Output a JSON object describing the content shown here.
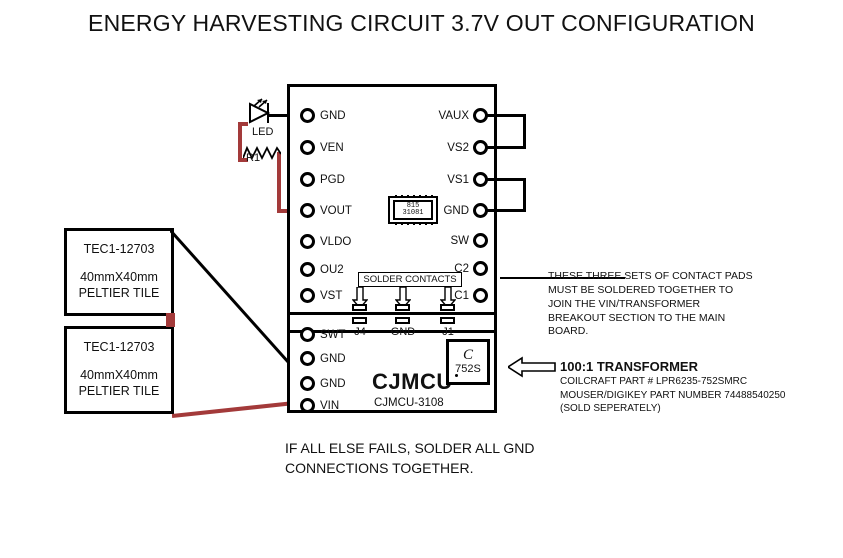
{
  "title": "ENERGY HARVESTING CIRCUIT 3.7V OUT CONFIGURATION",
  "board": {
    "brand": "CJMCU",
    "model": "CJMCU-3108",
    "left_pins": [
      {
        "label": "GND"
      },
      {
        "label": "VEN"
      },
      {
        "label": "PGD"
      },
      {
        "label": "VOUT"
      },
      {
        "label": "VLDO"
      },
      {
        "label": "OU2"
      },
      {
        "label": "VST"
      },
      {
        "label": "SWT"
      },
      {
        "label": "GND"
      },
      {
        "label": "GND"
      },
      {
        "label": "VIN"
      }
    ],
    "right_pins": [
      {
        "label": "VAUX"
      },
      {
        "label": "VS2"
      },
      {
        "label": "VS1"
      },
      {
        "label": "GND"
      },
      {
        "label": "SW"
      },
      {
        "label": "C2"
      },
      {
        "label": "C1"
      }
    ],
    "ic": {
      "line1": "815",
      "line2": "31081"
    },
    "transformer_mark": {
      "letter": "C",
      "number": "752S"
    }
  },
  "solder_contacts": {
    "caption": "SOLDER CONTACTS",
    "pads": [
      "J4",
      "GND",
      "J1"
    ]
  },
  "components": {
    "led_label": "LED",
    "resistor_label": "R1",
    "tiles": [
      {
        "part": "TEC1-12703",
        "dimension": "40mmX40mm",
        "kind": "PELTIER TILE"
      },
      {
        "part": "TEC1-12703",
        "dimension": "40mmX40mm",
        "kind": "PELTIER TILE"
      }
    ]
  },
  "notes": {
    "contact_pads": "THESE THREE SETS OF CONTACT PADS\nMUST BE SOLDERED TOGETHER TO\nJOIN THE VIN/TRANSFORMER\nBREAKOUT SECTION TO THE MAIN\nBOARD.",
    "transformer_title": "100:1 TRANSFORMER",
    "transformer_detail": "COILCRAFT PART # LPR6235-752SMRC\nMOUSER/DIGIKEY PART NUMBER 74488540250\n (SOLD SEPERATELY)",
    "bottom": "IF ALL ELSE FAILS, SOLDER ALL GND\nCONNECTIONS TOGETHER."
  },
  "colors": {
    "wire_red": "#a33a3a",
    "wire_black": "#000000",
    "background": "#ffffff",
    "ink": "#111111"
  }
}
